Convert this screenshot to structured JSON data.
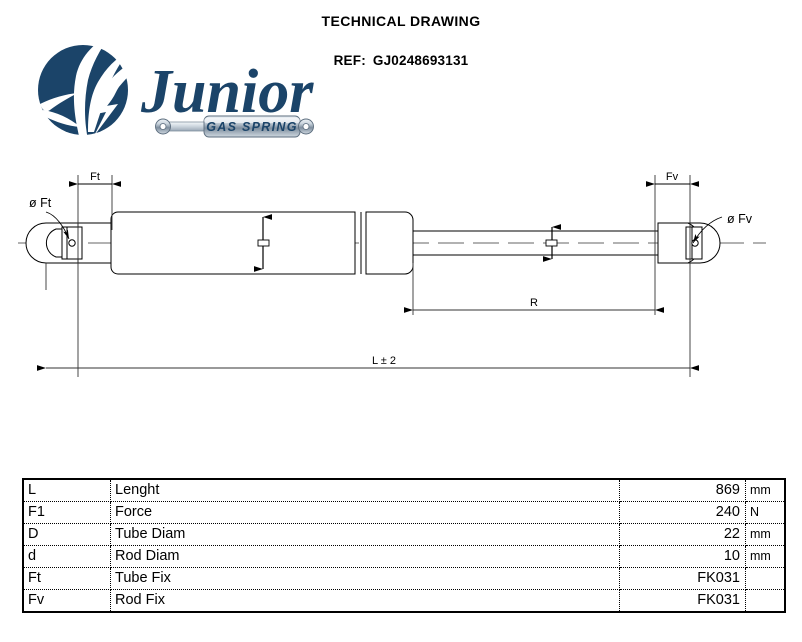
{
  "header": {
    "title": "TECHNICAL DRAWING",
    "ref_label": "REF:",
    "ref_value": "GJ0248693131"
  },
  "logo": {
    "brand": "Junior",
    "tagline": "GAS SPRING",
    "navy": "#1b4469",
    "navy_dark": "#15395a",
    "silver": "#c9d2da",
    "icon": "winged-circle-emblem"
  },
  "drawing": {
    "title": "gas-spring-technical-drawing",
    "labels": {
      "tube_fix_dim": "Ft",
      "tube_fix_dia": "ø Ft",
      "rod_fix_dim": "Fv",
      "rod_fix_dia": "ø Fv",
      "stroke_dim": "R",
      "length_dim": "L ± 2"
    }
  },
  "table": {
    "rows": [
      {
        "symbol": "L",
        "description": "Lenght",
        "value": "869",
        "unit": "mm"
      },
      {
        "symbol": "F1",
        "description": "Force",
        "value": "240",
        "unit": "N"
      },
      {
        "symbol": "D",
        "description": "Tube Diam",
        "value": "22",
        "unit": "mm"
      },
      {
        "symbol": "d",
        "description": "Rod Diam",
        "value": "10",
        "unit": "mm"
      },
      {
        "symbol": "Ft",
        "description": "Tube Fix",
        "value": "FK031",
        "unit": ""
      },
      {
        "symbol": "Fv",
        "description": "Rod Fix",
        "value": "FK031",
        "unit": ""
      }
    ]
  }
}
